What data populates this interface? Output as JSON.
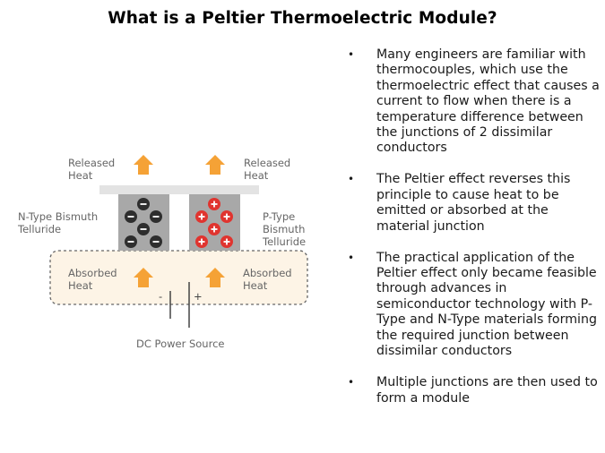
{
  "title": "What is a Peltier Thermoelectric Module?",
  "bullets": [
    {
      "text": "Many engineers are familiar with thermocouples, which use the thermoelectric effect that causes a current to flow when there is a temperature difference between the junctions of 2 dissimilar conductors"
    },
    {
      "text": "The Peltier effect reverses this principle  to cause heat to be emitted or absorbed at the material junction"
    },
    {
      "text": "The practical application of the Peltier effect only became feasible through advances in semiconductor technology with P-Type and N-Type materials forming the required junction between dissimilar  conductors"
    },
    {
      "text": "Multiple junctions are then used to form a module"
    }
  ],
  "bullet_glyph": "•",
  "diagram": {
    "released_heat_left": [
      "Released",
      "Heat"
    ],
    "released_heat_right": [
      "Released",
      "Heat"
    ],
    "n_type_label": [
      "N-Type Bismuth",
      "Telluride"
    ],
    "p_type_label": [
      "P-Type Bismuth",
      "Telluride"
    ],
    "absorbed_heat_left": [
      "Absorbed",
      "Heat"
    ],
    "absorbed_heat_right": [
      "Absorbed",
      "Heat"
    ],
    "minus_sign": "-",
    "plus_sign": "+",
    "power_source_label": "DC Power Source",
    "colors": {
      "arrow": "#f5a236",
      "block": "#a8a8a8",
      "plate": "#e3e3e3",
      "electron": "#2e2e2e",
      "hole": "#e0342f",
      "absorb_zone": "#fdf4e6",
      "dashed_border": "#666666"
    }
  }
}
